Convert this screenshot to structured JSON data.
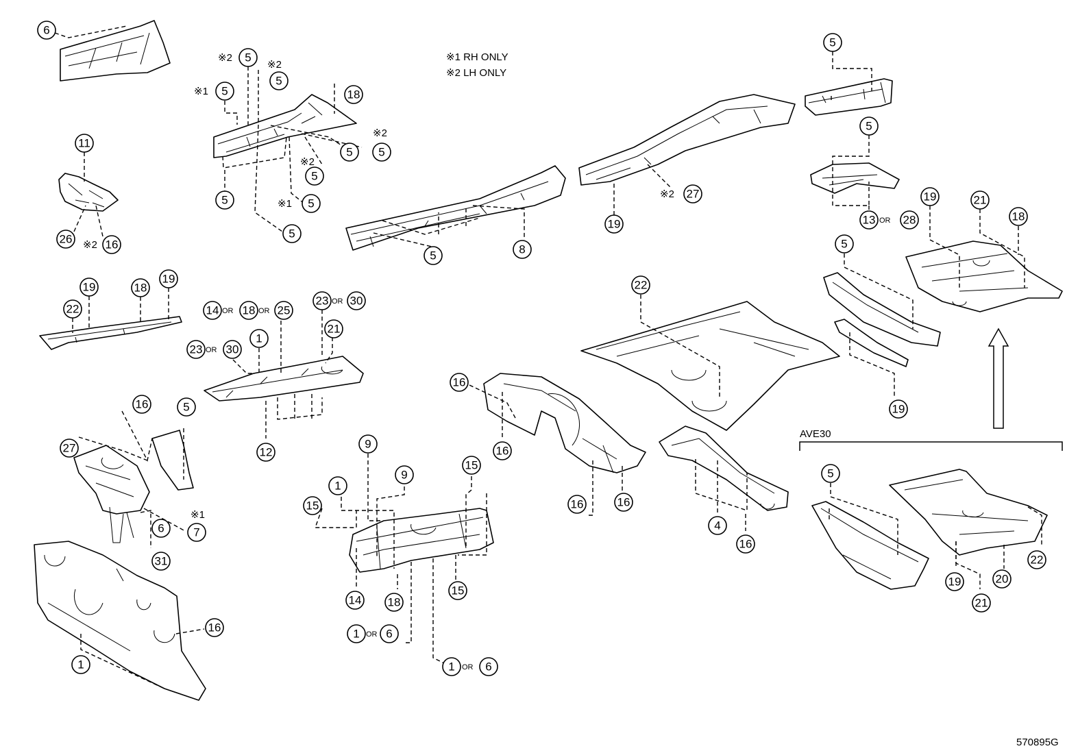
{
  "notes": {
    "rh_only": "※1 RH ONLY",
    "lh_only": "※2 LH ONLY"
  },
  "marks": {
    "m1": "※1",
    "m2": "※2"
  },
  "or_word": "OR",
  "variant_label": "AVE30",
  "drawing_number": "570895G",
  "callouts": [
    {
      "id": "c-6a",
      "label": "6"
    },
    {
      "id": "c-5a",
      "label": "5"
    },
    {
      "id": "c-5b",
      "label": "5"
    },
    {
      "id": "c-5c",
      "label": "5"
    },
    {
      "id": "c-18a",
      "label": "18"
    },
    {
      "id": "c-5d",
      "label": "5"
    },
    {
      "id": "c-5e",
      "label": "5"
    },
    {
      "id": "c-5f",
      "label": "5"
    },
    {
      "id": "c-5g",
      "label": "5"
    },
    {
      "id": "c-5h",
      "label": "5"
    },
    {
      "id": "c-5i",
      "label": "5"
    },
    {
      "id": "c-11",
      "label": "11"
    },
    {
      "id": "c-26",
      "label": "26"
    },
    {
      "id": "c-16a",
      "label": "16"
    },
    {
      "id": "c-5j",
      "label": "5"
    },
    {
      "id": "c-8",
      "label": "8"
    },
    {
      "id": "c-19a",
      "label": "19"
    },
    {
      "id": "c-27a",
      "label": "27"
    },
    {
      "id": "c-5k",
      "label": "5"
    },
    {
      "id": "c-5l",
      "label": "5"
    },
    {
      "id": "c-13",
      "label": "13"
    },
    {
      "id": "c-28",
      "label": "28"
    },
    {
      "id": "c-19b",
      "label": "19"
    },
    {
      "id": "c-21a",
      "label": "21"
    },
    {
      "id": "c-18b",
      "label": "18"
    },
    {
      "id": "c-5m",
      "label": "5"
    },
    {
      "id": "c-22a",
      "label": "22"
    },
    {
      "id": "c-19c",
      "label": "19"
    },
    {
      "id": "c-18c",
      "label": "18"
    },
    {
      "id": "c-19d",
      "label": "19"
    },
    {
      "id": "c-14a",
      "label": "14"
    },
    {
      "id": "c-18d",
      "label": "18"
    },
    {
      "id": "c-25",
      "label": "25"
    },
    {
      "id": "c-23a",
      "label": "23"
    },
    {
      "id": "c-30a",
      "label": "30"
    },
    {
      "id": "c-21b",
      "label": "21"
    },
    {
      "id": "c-23b",
      "label": "23"
    },
    {
      "id": "c-30b",
      "label": "30"
    },
    {
      "id": "c-1a",
      "label": "1"
    },
    {
      "id": "c-22b",
      "label": "22"
    },
    {
      "id": "c-12",
      "label": "12"
    },
    {
      "id": "c-16b",
      "label": "16"
    },
    {
      "id": "c-16c",
      "label": "16"
    },
    {
      "id": "c-5n",
      "label": "5"
    },
    {
      "id": "c-27b",
      "label": "27"
    },
    {
      "id": "c-16d",
      "label": "16"
    },
    {
      "id": "c-19e",
      "label": "19"
    },
    {
      "id": "c-9a",
      "label": "9"
    },
    {
      "id": "c-15a",
      "label": "15"
    },
    {
      "id": "c-1b",
      "label": "1"
    },
    {
      "id": "c-9b",
      "label": "9"
    },
    {
      "id": "c-15b",
      "label": "15"
    },
    {
      "id": "c-16e",
      "label": "16"
    },
    {
      "id": "c-16f",
      "label": "16"
    },
    {
      "id": "c-4",
      "label": "4"
    },
    {
      "id": "c-16g",
      "label": "16"
    },
    {
      "id": "c-6b",
      "label": "6"
    },
    {
      "id": "c-7",
      "label": "7"
    },
    {
      "id": "c-31",
      "label": "31"
    },
    {
      "id": "c-14b",
      "label": "14"
    },
    {
      "id": "c-18e",
      "label": "18"
    },
    {
      "id": "c-15c",
      "label": "15"
    },
    {
      "id": "c-16h",
      "label": "16"
    },
    {
      "id": "c-1c",
      "label": "1"
    },
    {
      "id": "c-6c",
      "label": "6"
    },
    {
      "id": "c-1d",
      "label": "1"
    },
    {
      "id": "c-6d",
      "label": "6"
    },
    {
      "id": "c-1e",
      "label": "1"
    },
    {
      "id": "c-5o",
      "label": "5"
    },
    {
      "id": "c-22c",
      "label": "22"
    },
    {
      "id": "c-19f",
      "label": "19"
    },
    {
      "id": "c-20",
      "label": "20"
    },
    {
      "id": "c-21c",
      "label": "21"
    }
  ]
}
